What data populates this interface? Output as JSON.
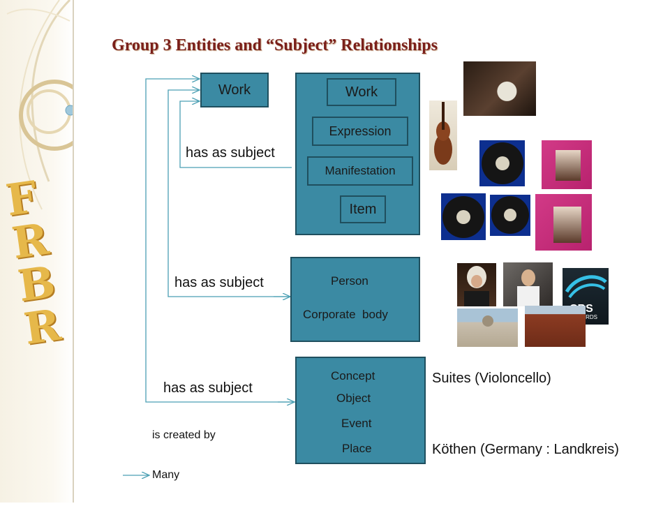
{
  "title": "Group 3 Entities and “Subject” Relationships",
  "sidebar": {
    "logo_text": "FRBR",
    "icon": "frbr-logo-icon"
  },
  "entities": {
    "work_single": "Work",
    "group1": {
      "work": "Work",
      "expression": "Expression",
      "manifestation": "Manifestation",
      "item": "Item"
    },
    "group2": {
      "person": "Person",
      "corporate_body": "Corporate  body"
    },
    "group3": {
      "concept": "Concept",
      "object": "Object",
      "event": "Event",
      "place": "Place"
    }
  },
  "relationships": {
    "label1": "has as subject",
    "label2": "has as subject",
    "label3": "has as subject"
  },
  "legend": {
    "created_by": "is created by",
    "many": "Many"
  },
  "examples": {
    "concept": "Suites (Violoncello)",
    "place": "Köthen (Germany : Landkreis)"
  },
  "images": {
    "manuscript": "manuscript-photo",
    "cello": "cello-photo",
    "records": "vinyl-record-photos",
    "album_covers": "album-cover-photos",
    "bach": "bach-portrait-photo",
    "cellist": "cellist-photo",
    "cbs": "cbs-records-logo",
    "buildings": "building-photos"
  },
  "cbs_logo_text": "CBS",
  "cbs_logo_sub": "RECORDS",
  "colors": {
    "box": "#3b8aa3",
    "border": "#1f4f5e",
    "arrow": "#4a9fb3",
    "title": "#7a1f1a"
  }
}
